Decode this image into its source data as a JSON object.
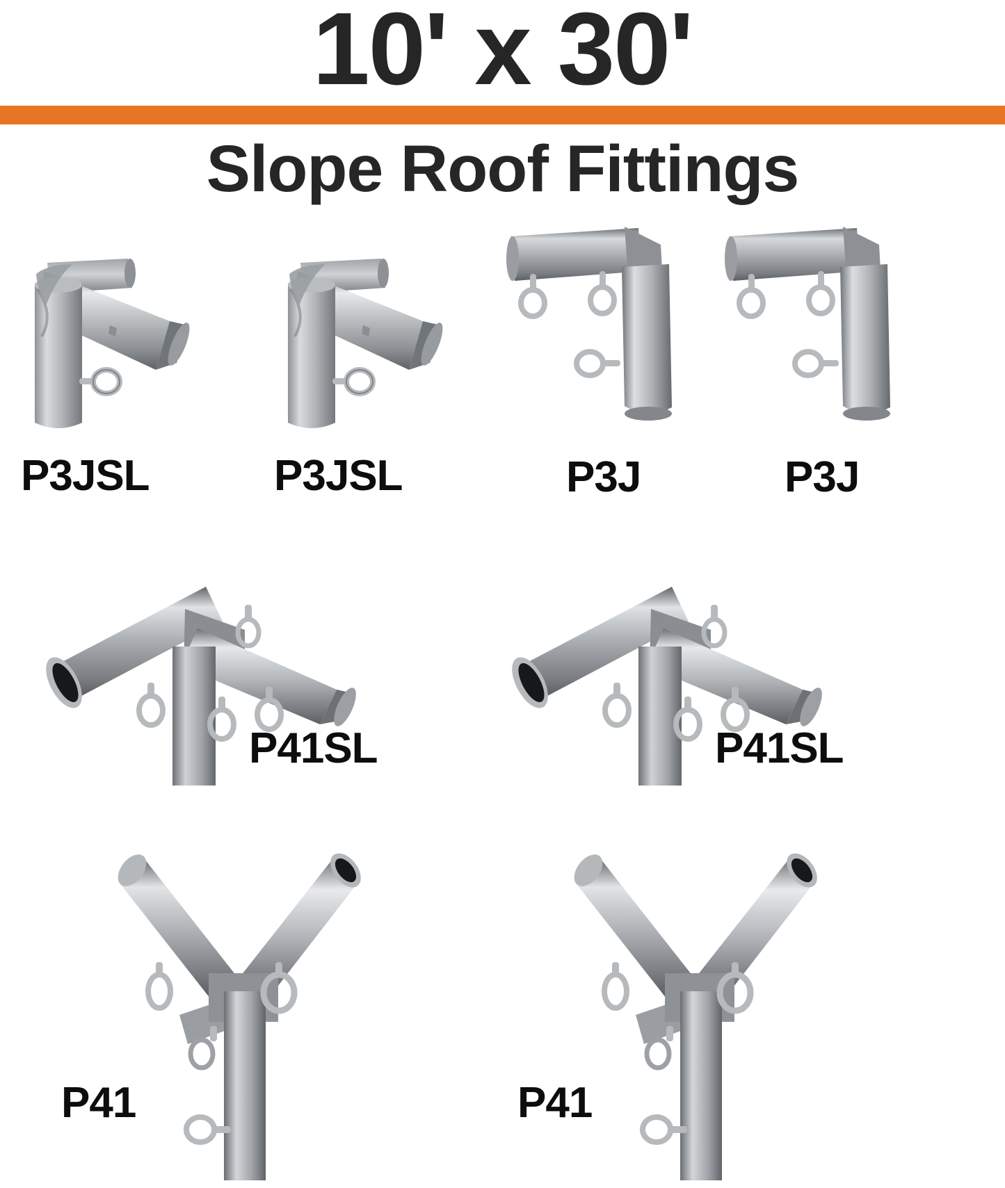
{
  "header": {
    "dimensions": "10' x 30'",
    "subtitle": "Slope Roof Fittings",
    "divider_color": "#e87425",
    "title_color": "#262626"
  },
  "rows": [
    {
      "row_name": "row-1-peak-and-corner-fittings",
      "items": [
        {
          "label": "P3JSL",
          "type": "slope-leg-fitting",
          "variant": "left"
        },
        {
          "label": "P3JSL",
          "type": "slope-leg-fitting",
          "variant": "left"
        },
        {
          "label": "P3J",
          "type": "corner-elbow-fitting",
          "variant": "right"
        },
        {
          "label": "P3J",
          "type": "corner-elbow-fitting",
          "variant": "right"
        }
      ]
    },
    {
      "row_name": "row-2-tee-slope-fittings",
      "items": [
        {
          "label": "P41SL",
          "type": "tee-slope-fitting"
        },
        {
          "label": "P41SL",
          "type": "tee-slope-fitting"
        }
      ]
    },
    {
      "row_name": "row-3-peak-tee-fittings",
      "items": [
        {
          "label": "P41",
          "type": "peak-tee-fitting"
        },
        {
          "label": "P41",
          "type": "peak-tee-fitting"
        }
      ]
    }
  ],
  "colors": {
    "background": "#ffffff",
    "accent_orange": "#e87425",
    "text_dark": "#0d0d0d",
    "metal_light": "#e3e4e6",
    "metal_mid": "#a8abae",
    "metal_dark": "#6f7376",
    "metal_shadow": "#4a4d50",
    "tube_bore": "#16181a"
  }
}
